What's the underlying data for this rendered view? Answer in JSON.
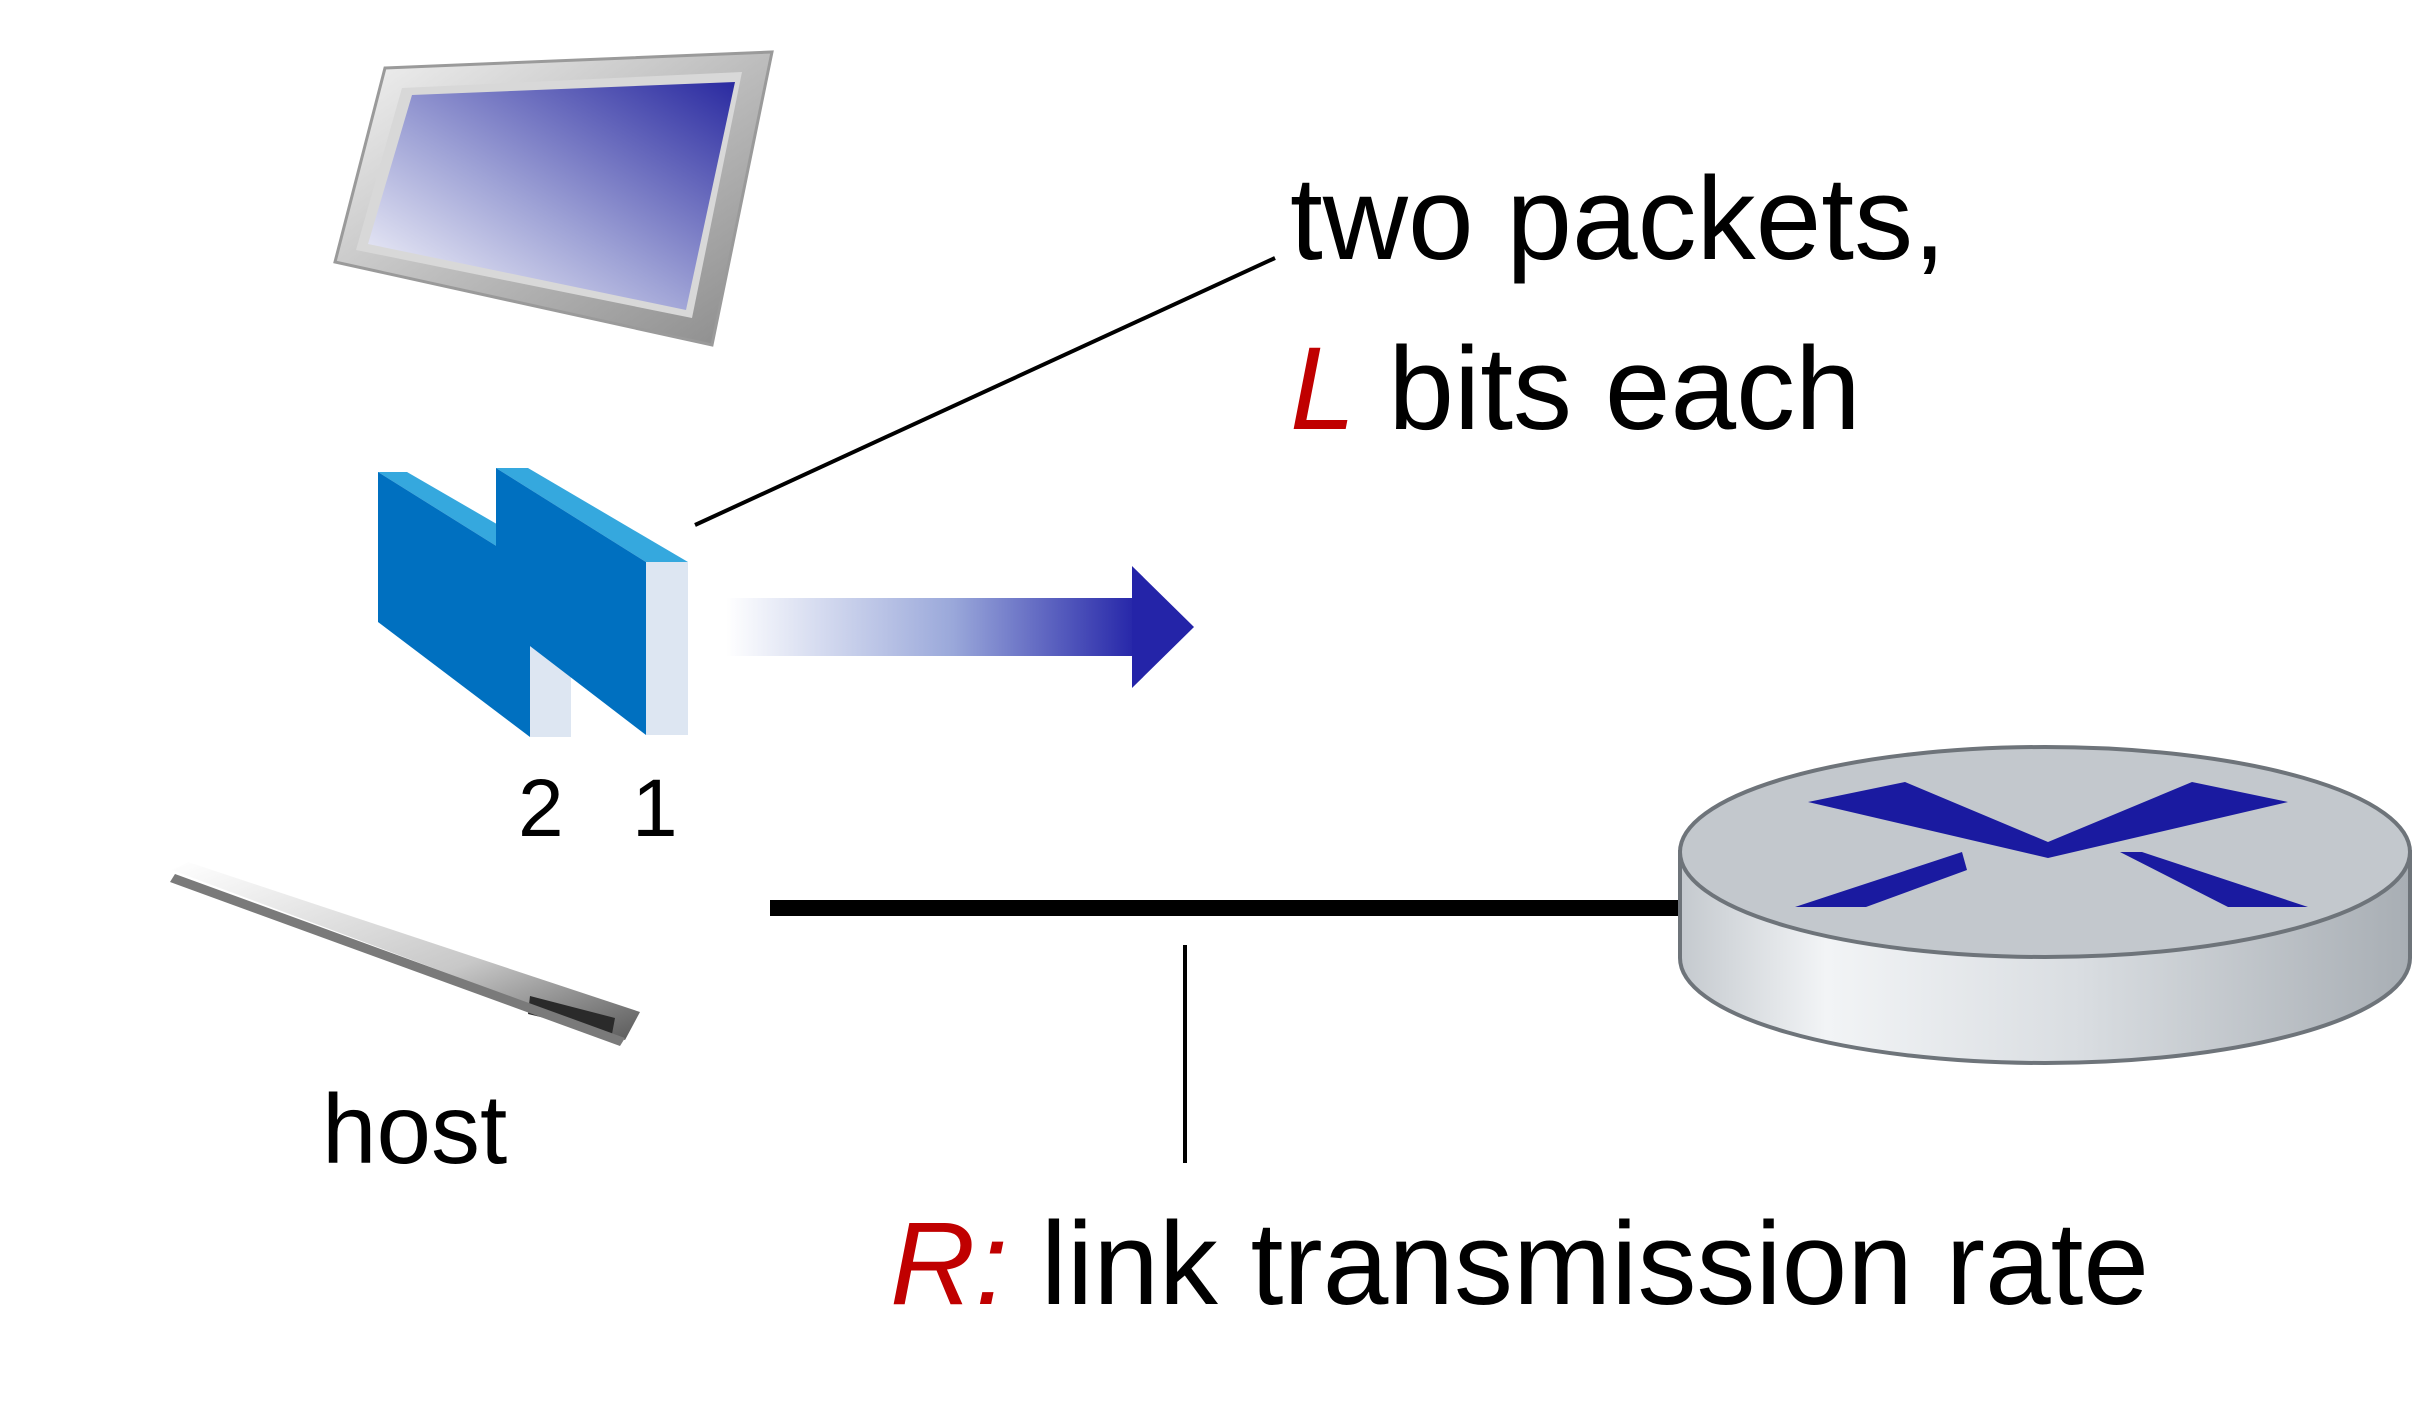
{
  "colors": {
    "accent": "#c00000",
    "packet_front": "#0070c0",
    "packet_top": "#35a8de",
    "packet_edge": "#dde6f2",
    "arrow": "#2424a8",
    "router_body": "#c9ced4",
    "router_arrows": "#1a1aa0",
    "text": "#000000"
  },
  "packets": {
    "line1": "two packets,",
    "variable": "L",
    "line2_rest": " bits each",
    "number_2": "2",
    "number_1": "1"
  },
  "link": {
    "variable": "R:",
    "label_rest": " link transmission rate"
  },
  "host": {
    "label": "host"
  },
  "icons": [
    "laptop-icon",
    "packet-icon",
    "arrow-icon",
    "router-icon"
  ]
}
